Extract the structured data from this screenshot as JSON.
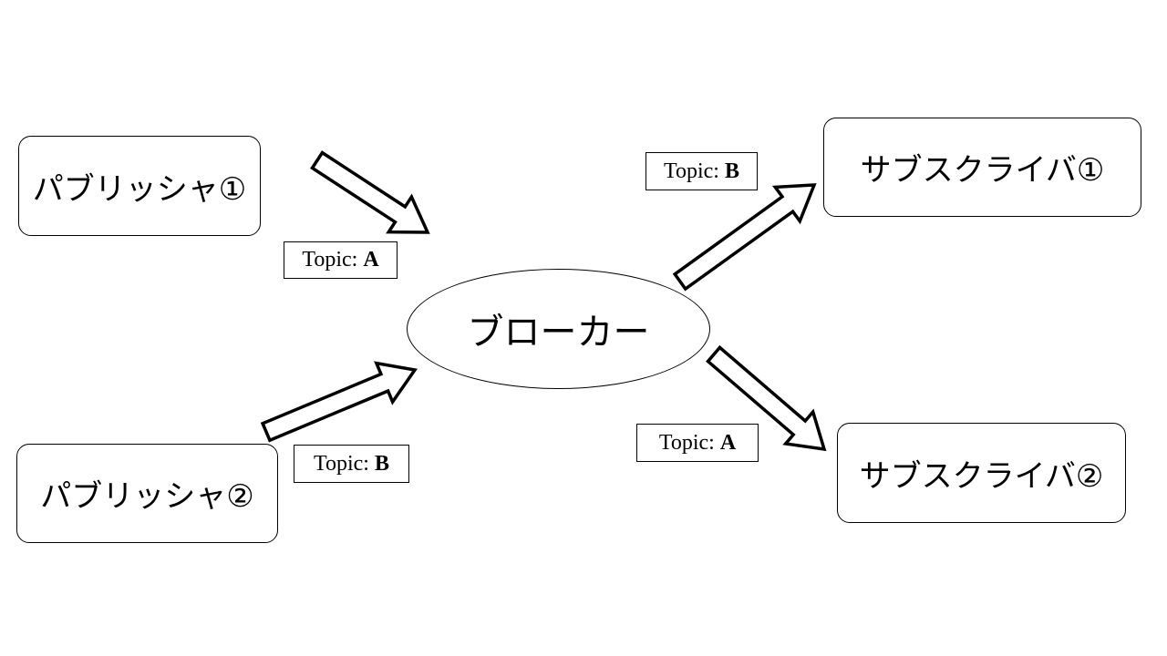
{
  "nodes": {
    "publisher_1": "パブリッシャ①",
    "publisher_2": "パブリッシャ②",
    "broker": "ブローカー",
    "subscriber_1": "サブスクライバ①",
    "subscriber_2": "サブスクライバ②"
  },
  "topics": {
    "publisher_1": {
      "key": "Topic:",
      "value": "A"
    },
    "publisher_2": {
      "key": "Topic:",
      "value": "B"
    },
    "subscriber_1": {
      "key": "Topic:",
      "value": "B"
    },
    "subscriber_2": {
      "key": "Topic:",
      "value": "A"
    }
  },
  "edges": [
    {
      "from": "publisher_1",
      "to": "broker",
      "topic": "A"
    },
    {
      "from": "publisher_2",
      "to": "broker",
      "topic": "B"
    },
    {
      "from": "broker",
      "to": "subscriber_1",
      "topic": "B"
    },
    {
      "from": "broker",
      "to": "subscriber_2",
      "topic": "A"
    }
  ]
}
